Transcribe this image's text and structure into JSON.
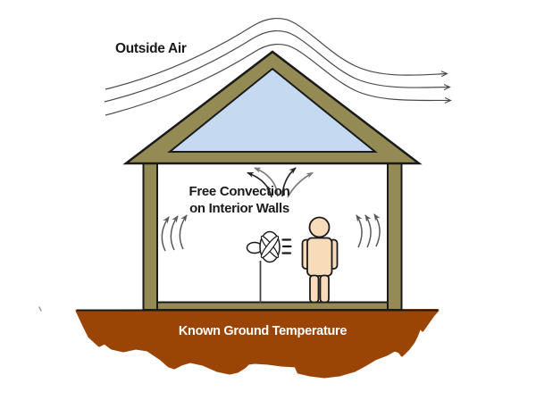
{
  "colors": {
    "roof": "#948a54",
    "attic": "#c5d9f1",
    "ground": "#9a4506",
    "skin": "#f8dbb8",
    "outline": "#1a1a1a",
    "stream_gray": "#4a4a4a",
    "arrow_gray": "#595959",
    "arrow_dark": "#262626",
    "arrow_mid": "#7a7a7a",
    "label_dark": "#1a1a1a",
    "label_light": "#ffffff"
  },
  "labels": {
    "outside_air": "Outside Air",
    "free_convection_line1": "Free Convection",
    "free_convection_line2": "on Interior Walls",
    "ground_temperature": "Known Ground Temperature"
  },
  "icons": {
    "streamlines": "wind-flow-arrows",
    "ceiling_arrows": "ceiling-convection-arrows",
    "wall_arrows": "wall-convection-arrows",
    "fan": "pedestal-fan",
    "person": "standing-person"
  }
}
